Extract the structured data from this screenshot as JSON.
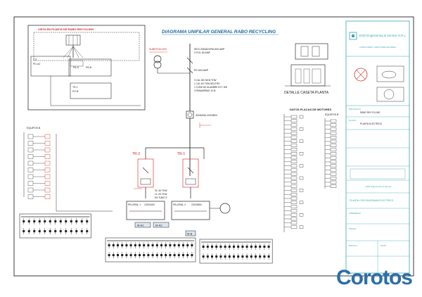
{
  "diagram": {
    "title": "DIAGRAMA UNIFILAR GENERAL RABO RECYCLING",
    "inset_title": "VISTA EN PLANTA DE RABO RECYCLING",
    "plan_labels": [
      "C3",
      "PD-A2",
      "PA-A",
      "PB-B",
      "TR-1",
      "PD-B"
    ],
    "supply_label": "SUBESTACION",
    "main_breaker": [
      "SECCIONADORA 600 AMP",
      "3 POL 60 AMP"
    ],
    "main_breaker_2": "PD 600 AMP",
    "cable_spec": [
      "3 CAL 300 MCM THW",
      "1 CAL 4/0 THW NEUTRO",
      "1 COND DE ALAMBRE EXT. 500",
      "3 PANAMERAS 10 M"
    ],
    "meter_label": "400/600A,220/380V",
    "house_caption": "DETALLE CASETA PLANTA",
    "nameplate_title": "DATOS PLACAS DE MOTORES",
    "left_group_label": "EQUIPOS B",
    "right_group_label": "EQUIPOS B",
    "tr_labels": [
      "TR-2",
      "TR-1"
    ],
    "sub_panels": [
      "PB-GRAL 1",
      "PB-GRAL 2"
    ],
    "panel_voltage": [
      "120/240V",
      "220/380V"
    ],
    "bus_tags": [
      "M-A1",
      "M-A2",
      "M-B"
    ],
    "feeder": [
      "3C 4/0 THW",
      "1C 2/0 THW",
      "EN TUBO 3\""
    ]
  },
  "title_block": {
    "company": "ESD Engineering & Service S.R.L.",
    "company_sub": "CONSULTORES Y EJECUTORES DE OBRAS",
    "project_label": "PROYECTO",
    "project_value": "RABO RECYCLING",
    "drawing_label": "PLANO",
    "drawing_value": "PLANTA ELECTRICA",
    "company_repeat": "ESD Engineering & Service",
    "plan_name": "PLANTA CON DIAGRAMA ELECTRICO",
    "approval_label": "APROBADO",
    "date_label": "FECHA",
    "scale_label": "ESCALA",
    "sheet_label": "HOJA"
  },
  "watermark": "Corotos",
  "colors": {
    "ink": "#2a2a2a",
    "teal": "#3aa6b0",
    "red": "#d03434",
    "watermark": "#2c6fa8"
  }
}
